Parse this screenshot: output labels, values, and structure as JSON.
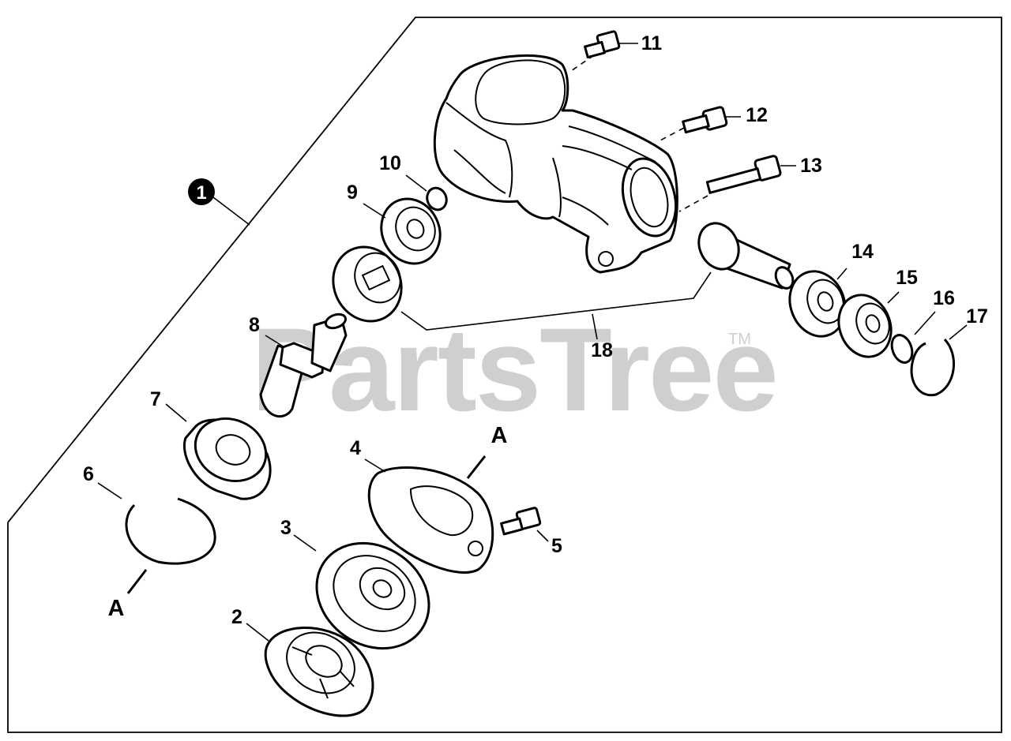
{
  "watermark": {
    "text": "PartsTree",
    "trademark": "TM"
  },
  "assembly_label": "1",
  "section_marks": [
    "A",
    "A"
  ],
  "callouts": [
    "2",
    "3",
    "4",
    "5",
    "6",
    "7",
    "8",
    "9",
    "10",
    "11",
    "12",
    "13",
    "14",
    "15",
    "16",
    "17",
    "18"
  ]
}
